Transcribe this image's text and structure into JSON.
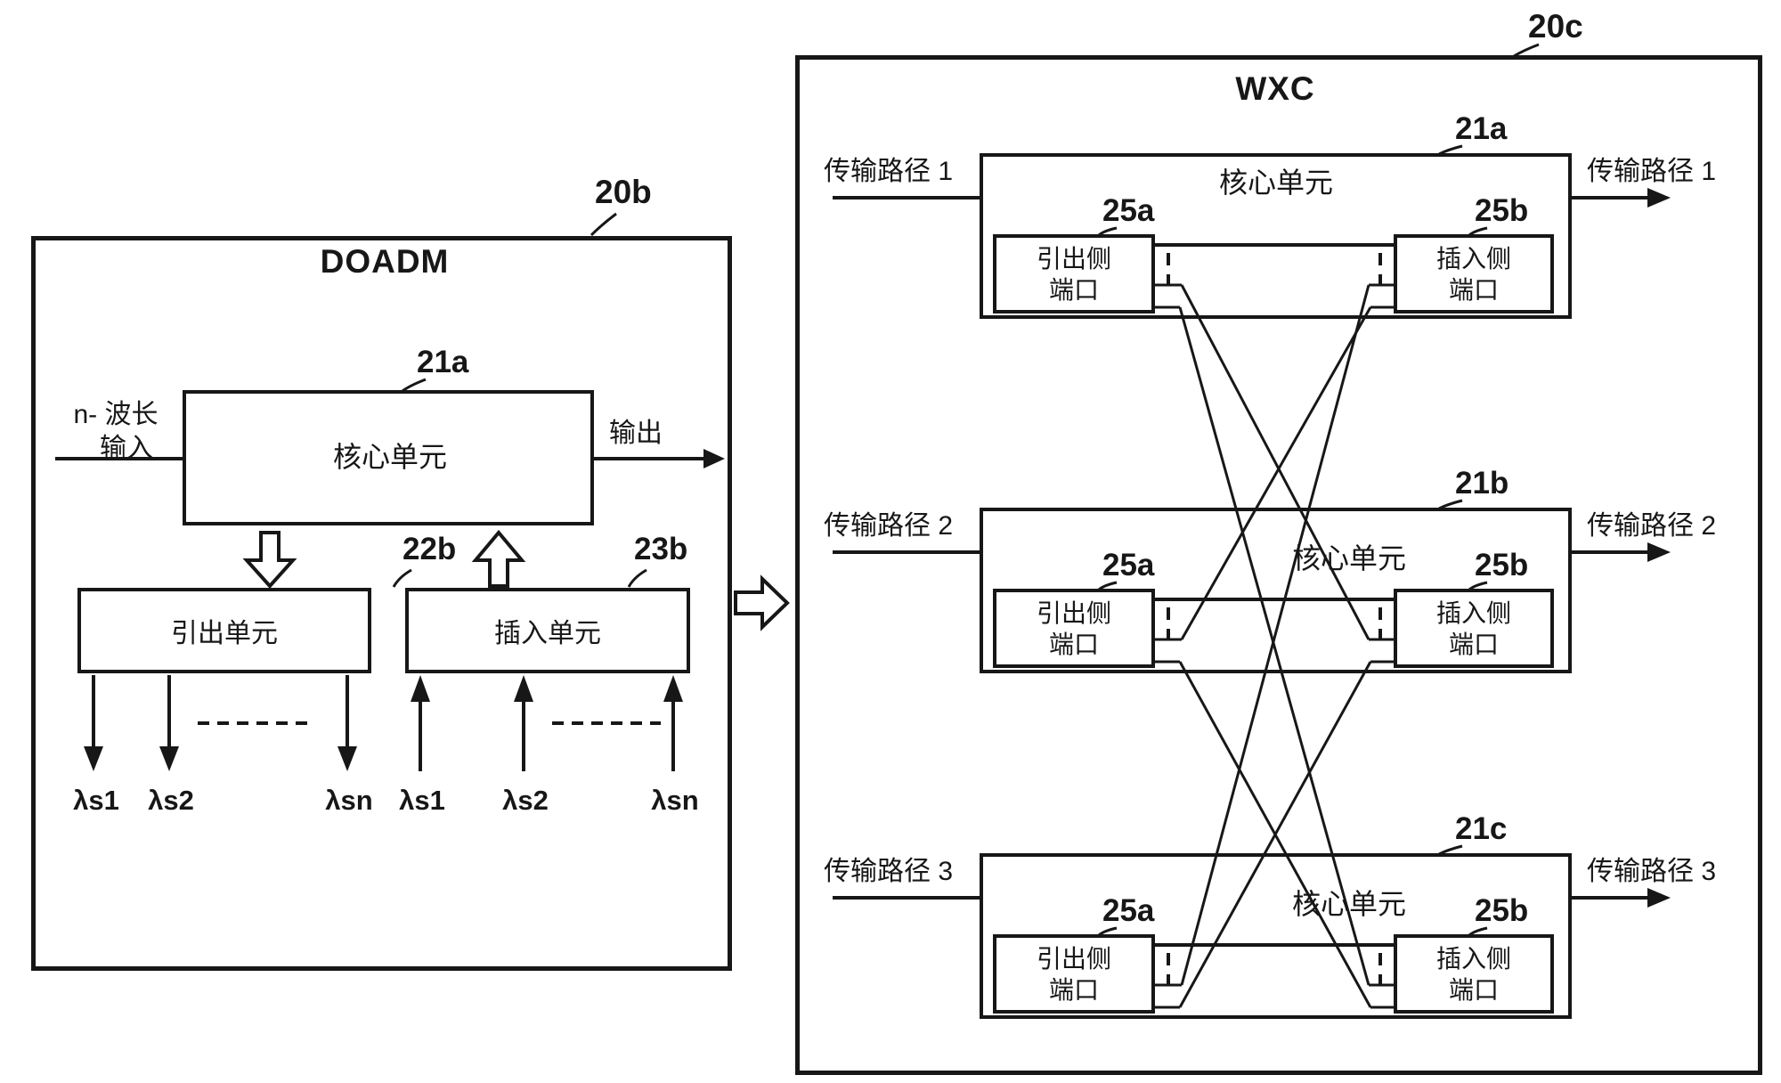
{
  "colors": {
    "ink": "#171717",
    "paper": "#ffffff"
  },
  "doadm": {
    "ref": "20b",
    "title": "DOADM",
    "core": {
      "ref": "21a",
      "label": "核心单元"
    },
    "input": {
      "line1": "n- 波长",
      "line2": "输入"
    },
    "output_label": "输出",
    "drop_unit": {
      "ref": "22b",
      "label": "引出单元"
    },
    "add_unit": {
      "ref": "23b",
      "label": "插入单元"
    },
    "drop_wavelengths": [
      "λs1",
      "λs2",
      "λsn"
    ],
    "add_wavelengths": [
      "λs1",
      "λs2",
      "λsn"
    ]
  },
  "wxc": {
    "ref": "20c",
    "title": "WXC",
    "units": [
      {
        "ref": "21a",
        "label": "核心单元",
        "path_in": "传输路径 1",
        "path_out": "传输路径 1",
        "drop_port": {
          "ref": "25a",
          "line1": "引出侧",
          "line2": "端口"
        },
        "add_port": {
          "ref": "25b",
          "line1": "插入侧",
          "line2": "端口"
        }
      },
      {
        "ref": "21b",
        "label": "核心单元",
        "path_in": "传输路径 2",
        "path_out": "传输路径 2",
        "drop_port": {
          "ref": "25a",
          "line1": "引出侧",
          "line2": "端口"
        },
        "add_port": {
          "ref": "25b",
          "line1": "插入侧",
          "line2": "端口"
        }
      },
      {
        "ref": "21c",
        "label": "核心单元",
        "path_in": "传输路径 3",
        "path_out": "传输路径 3",
        "drop_port": {
          "ref": "25a",
          "line1": "引出侧",
          "line2": "端口"
        },
        "add_port": {
          "ref": "25b",
          "line1": "插入侧",
          "line2": "端口"
        }
      }
    ]
  }
}
